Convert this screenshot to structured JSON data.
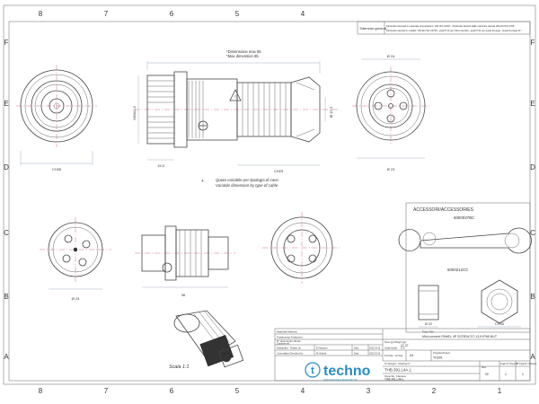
{
  "frame": {
    "columns": [
      "8",
      "7",
      "6",
      "5",
      "4",
      "3",
      "2",
      "1"
    ],
    "rows": [
      "F",
      "E",
      "D",
      "C",
      "B",
      "A"
    ]
  },
  "tolerance": {
    "label": "Tolleranze generali",
    "lines": [
      "Particolari stampati in materiale termoplastico: UNI ISO 20457 - Particolari lavorati dalle macchine utensili UNI EN ISO 2768",
      "Particolari tranciati in metallo: UNI EN ISO 22768 - gradi IT12 per rilievi tranciati - gradi IT14 per quote di piega - angoli di piega ±1°"
    ]
  },
  "notes": {
    "dim_max_it": "*Dimensione max 55",
    "dim_max_en": "*Max dimension 55",
    "variable_it": "Quota variabile per tipologia di cavo",
    "variable_en": "Variable dimension by type of cable",
    "scale": "Scala 1:1"
  },
  "dims": {
    "ch35": "CH35",
    "ch29": "CH29",
    "d24_top": "Ø 24",
    "d23": "Ø 23",
    "d24_left": "Ø 24",
    "m33": "M33x1.5",
    "l15": "15,3",
    "d10": "Ø 10,3",
    "l36": "36",
    "ch30": "CH30",
    "l22": "Ø 22",
    "arrow_mark": "+"
  },
  "accessories": {
    "title": "ACCESSORI/ACCESSORIES",
    "code1": "6000037BC",
    "code2": "6000212CC"
  },
  "title_block": {
    "material_label": "Materiale-Material",
    "treatment_label": "Trattamento-Treatment",
    "customer_doc_label": "N° documento cliente",
    "customer_ref_label": "Customer ref.",
    "designed_label": "Disegnato - Drawn by",
    "designed_value": "E.Negroni",
    "date_label": "Data",
    "date_value": "2022-03-15",
    "checked_label": "Controllato-Checked by",
    "checked_value": "M.Strada",
    "checked_date": "2022-03-16",
    "weight_label": "Peso (gr) Weight (gr)",
    "weight_value": "27,37",
    "scale_label": "Scala-Scale",
    "scale_value": "2:1",
    "format_label": "Formato - Format",
    "format_value": "A3",
    "title_label": "Titolo-Title",
    "title_value": "Mini-connect PANEL 4P SCREW DT-13,5 IP68 NUT",
    "project_label": "Progetto-Project",
    "project_value": "TH391",
    "drawing_label": "N° Disegno - Drawing N°",
    "drawing_value": "THB.391.L4A.L",
    "rev_label": "Rev.",
    "rev_value": "00",
    "sheet_label": "Foglio N° Sheet N°",
    "sheet_value": "1",
    "sheets_label": "N° Fogli N° of sheets",
    "sheets_value": "1",
    "file_label": "Nome file - Filename",
    "file_value": "THB.391.L4A.L"
  },
  "brand": {
    "logo_letter": "t",
    "name": "techno",
    "tagline": "INNOVAZIONE E AFFIDABILITÀ"
  }
}
